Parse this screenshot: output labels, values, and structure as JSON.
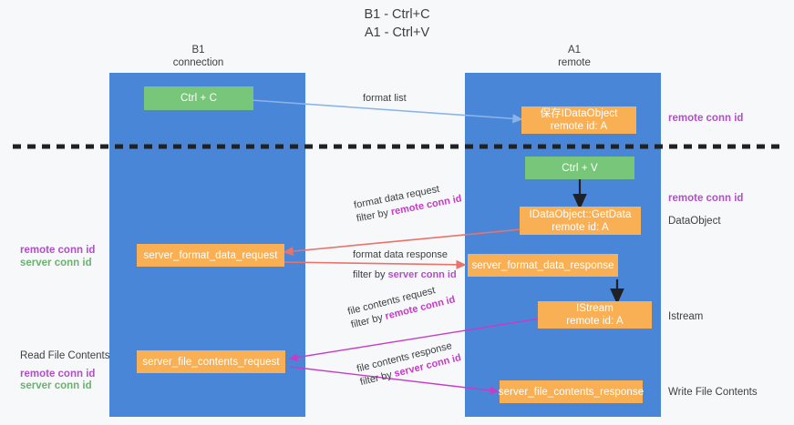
{
  "title": "B1 - Ctrl+C\nA1 - Ctrl+V",
  "columns": [
    {
      "name": "b1",
      "label": "B1\nconnection"
    },
    {
      "name": "a1",
      "label": "A1\nremote"
    }
  ],
  "colors": {
    "lane": "#4a86d8",
    "green_node": "#77c679",
    "orange_node": "#f9b055",
    "purple_text": "#b14fc5",
    "green_text": "#6ab26d",
    "magenta_text": "#c63cc6",
    "blue_arrow": "#8ab4e8",
    "red_arrow": "#e8736a",
    "black_arrow": "#202124",
    "divider": "#202124",
    "background": "#f7f8fa"
  },
  "nodes": {
    "ctrl_c": "Ctrl + C",
    "save_idataobject": "保存IDataObject\nremote id: A",
    "ctrl_v": "Ctrl + V",
    "idataobject_getdata": "IDataObject::GetData\nremote id: A",
    "server_format_data_request": "server_format_data_request",
    "server_format_data_response": "server_format_data_response",
    "istream": "IStream\nremote id: A",
    "server_file_contents_request": "server_file_contents_request",
    "server_file_contents_response": "server_file_contents_response"
  },
  "edges": {
    "format_list": "format list",
    "format_data_request": "format data request",
    "format_data_request_filter_prefix": "filter by ",
    "format_data_request_filter_value": "remote conn id",
    "format_data_response": "format data response",
    "format_data_response_filter_prefix": "filter by ",
    "format_data_response_filter_value": "server conn id",
    "file_contents_request": "file contents request",
    "file_contents_request_filter_prefix": "filter by ",
    "file_contents_request_filter_value": "remote conn id",
    "file_contents_response": "file contents response",
    "file_contents_response_filter_prefix": "filter by ",
    "file_contents_response_filter_value": "server conn id"
  },
  "annotations": {
    "right_remote_conn_id_top": "remote conn id",
    "right_remote_conn_id_mid": "remote conn id",
    "right_dataobject": "DataObject",
    "right_istream": "Istream",
    "right_write_file_contents": "Write File Contents",
    "left_remote_conn_id": "remote conn id",
    "left_server_conn_id": "server conn id",
    "left_read_file_contents": "Read File Contents",
    "left_remote_conn_id_2": "remote conn id",
    "left_server_conn_id_2": "server conn id"
  }
}
